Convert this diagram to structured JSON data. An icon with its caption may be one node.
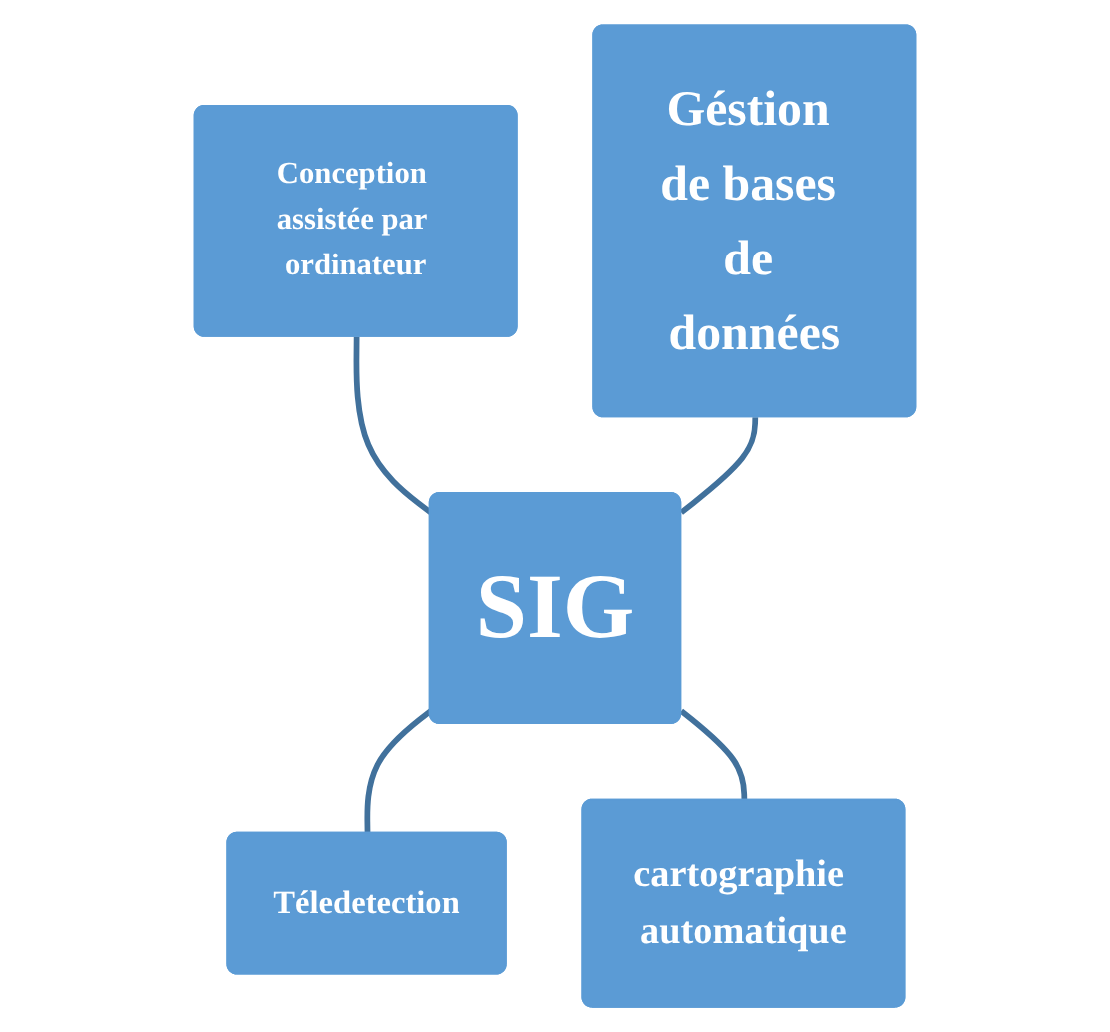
{
  "diagram": {
    "nodes": [
      {
        "text": [
          "Conception assistée par ordinateur"
        ]
      },
      {
        "text": [
          "Géstion de bases de données"
        ]
      },
      {
        "text": [
          "SIG"
        ]
      },
      {
        "text": [
          "Téledetection"
        ]
      },
      {
        "text": [
          "cartographie automatique"
        ]
      }
    ],
    "edges": [
      {
        "from": 0,
        "to": 2,
        "arrow": "none"
      },
      {
        "from": 1,
        "to": 2,
        "arrow": "none"
      },
      {
        "from": 2,
        "to": 3,
        "arrow": "none"
      },
      {
        "from": 2,
        "to": 4,
        "arrow": "none"
      }
    ]
  }
}
